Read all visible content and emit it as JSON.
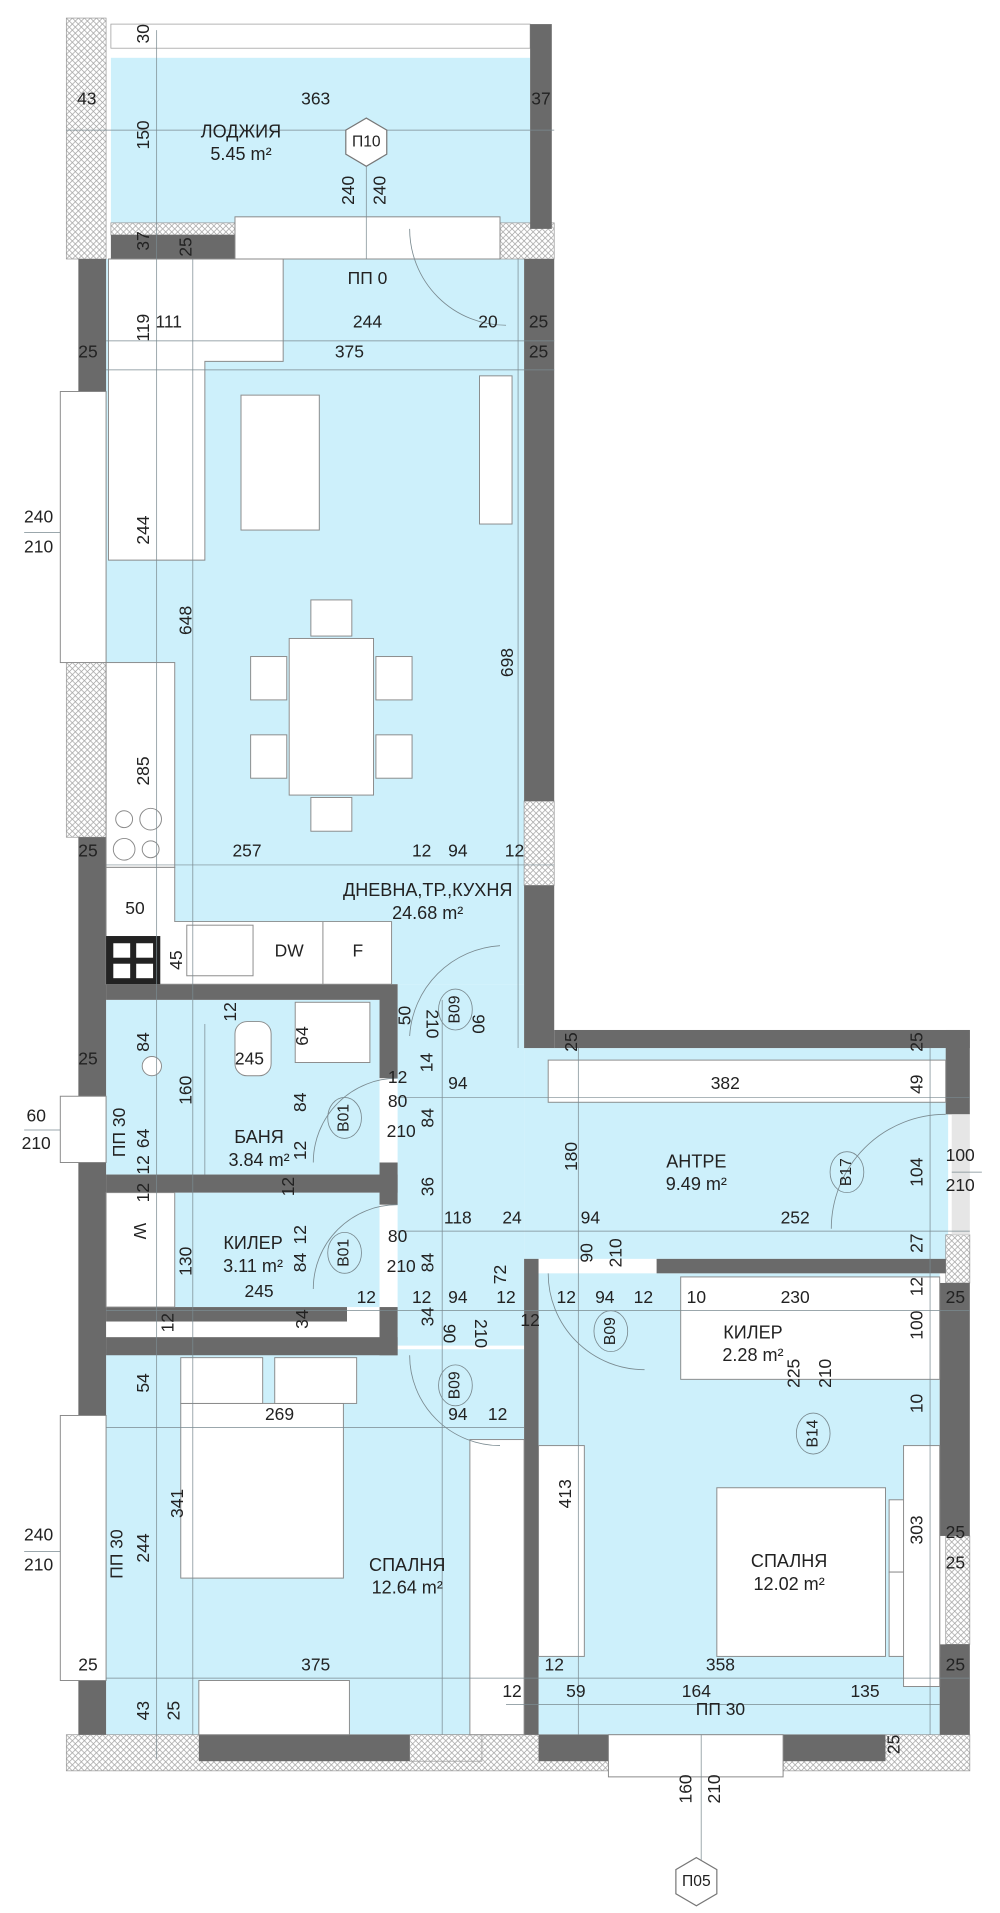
{
  "rooms": [
    {
      "name": "ЛОДЖИЯ",
      "area": "5.45 m²"
    },
    {
      "name": "ДНЕВНА,ТР.,КУХНЯ",
      "area": "24.68 m²"
    },
    {
      "name": "БАНЯ",
      "area": "3.84 m²"
    },
    {
      "name": "АНТРЕ",
      "area": "9.49 m²"
    },
    {
      "name": "КИЛЕР",
      "area": "3.11 m²"
    },
    {
      "name": "КИЛЕР",
      "area": "2.28 m²"
    },
    {
      "name": "СПАЛНЯ",
      "area": "12.64 m²"
    },
    {
      "name": "СПАЛНЯ",
      "area": "12.02 m²"
    }
  ],
  "section_tags": [
    "П10",
    "П05"
  ],
  "door_tags": [
    "B09",
    "B01",
    "B17",
    "B01",
    "B09",
    "B09",
    "B14"
  ],
  "other_labels": [
    "ПП 0",
    "DW",
    "F",
    "ПП 30",
    "ПП 30",
    "ПП 30",
    "W"
  ],
  "dimensions": [
    "30",
    "363",
    "43",
    "37",
    "150",
    "240",
    "240",
    "37",
    "25",
    "119",
    "111",
    "244",
    "20",
    "25",
    "25",
    "375",
    "25",
    "240",
    "210",
    "244",
    "648",
    "698",
    "285",
    "25",
    "257",
    "12",
    "94",
    "12",
    "50",
    "45",
    "12",
    "50",
    "84",
    "64",
    "245",
    "25",
    "210",
    "90",
    "14",
    "12",
    "94",
    "382",
    "49",
    "25",
    "25",
    "160",
    "84",
    "80",
    "84",
    "210",
    "60",
    "210",
    "64",
    "180",
    "100",
    "104",
    "210",
    "12",
    "12",
    "12",
    "36",
    "12",
    "118",
    "24",
    "94",
    "252",
    "12",
    "80",
    "27",
    "90",
    "210",
    "130",
    "84",
    "210",
    "84",
    "72",
    "245",
    "12",
    "12",
    "94",
    "12",
    "12",
    "94",
    "12",
    "10",
    "230",
    "12",
    "25",
    "12",
    "34",
    "34",
    "12",
    "90",
    "210",
    "100",
    "225",
    "210",
    "54",
    "269",
    "94",
    "12",
    "10",
    "413",
    "341",
    "244",
    "240",
    "210",
    "303",
    "25",
    "25",
    "375",
    "25",
    "12",
    "358",
    "25",
    "12",
    "59",
    "164",
    "135",
    "43",
    "25",
    "25",
    "160",
    "210"
  ],
  "colors": {
    "floor": "#cdf0fb",
    "wall": "#6a6a6a",
    "insulation_hatch": "#9a9a9a"
  }
}
